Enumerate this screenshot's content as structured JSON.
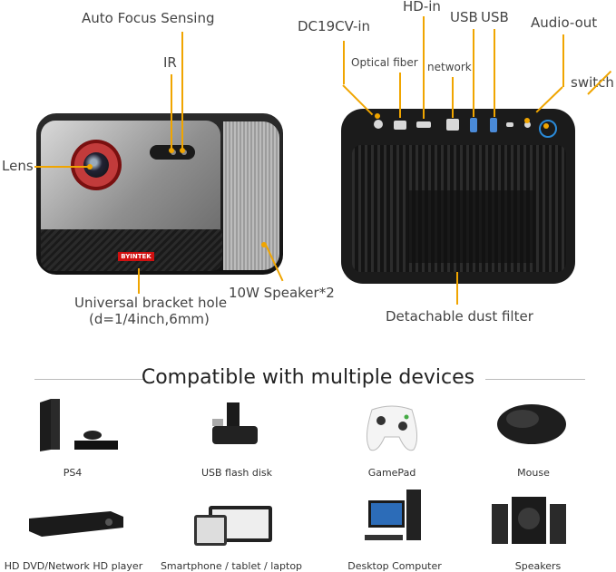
{
  "front_view": {
    "callouts": {
      "auto_focus": "Auto Focus Sensing",
      "ir": "IR",
      "lens": "Lens",
      "bracket_line1": "Universal bracket hole",
      "bracket_line2": "(d=1/4inch,6mm)",
      "speaker": "10W Speaker*2"
    },
    "brand": "BYINTEK"
  },
  "back_view": {
    "callouts": {
      "dc": "DC19CV-in",
      "optical": "Optical fiber",
      "hd_in": "HD-in",
      "network": "network",
      "usb1": "USB",
      "usb2": "USB",
      "audio_out": "Audio-out",
      "switch": "switch",
      "dust_filter": "Detachable dust filter"
    }
  },
  "compatible": {
    "title": "Compatible with multiple devices",
    "devices": [
      {
        "label": "PS4",
        "icon": "ps4-console-icon"
      },
      {
        "label": "USB flash disk",
        "icon": "usb-flash-disk-icon"
      },
      {
        "label": "GamePad",
        "icon": "gamepad-icon"
      },
      {
        "label": "Mouse",
        "icon": "mouse-icon"
      },
      {
        "label": "HD DVD/Network HD player",
        "icon": "dvd-player-icon"
      },
      {
        "label": "Smartphone / tablet / laptop",
        "icon": "smartphone-tablet-laptop-icon"
      },
      {
        "label": "Desktop Computer",
        "icon": "desktop-computer-icon"
      },
      {
        "label": "Speakers",
        "icon": "speakers-icon"
      }
    ]
  },
  "colors": {
    "accent": "#f0a500",
    "brand_red": "#d01010",
    "power_blue": "#2a8ad8"
  }
}
